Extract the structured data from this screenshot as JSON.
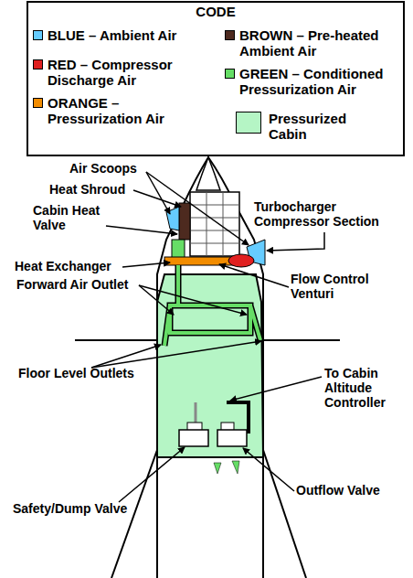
{
  "diagram": {
    "labels": [
      "CODE",
      "Air Scoops",
      "Heat Shroud",
      "Cabin Heat Valve",
      "Turbocharger Compressor Section",
      "Heat Exchanger",
      "Forward Air Outlet",
      "Flow Control Venturi",
      "Floor Level Outlets",
      "To Cabin Altitude Controller",
      "Safety/Dump Valve",
      "Outflow Valve"
    ],
    "legend": [
      {
        "text": "BLUE – Ambient Air",
        "color": "#66ccff"
      },
      {
        "text": "BROWN – Pre-heated Ambient Air",
        "color": "#4d2a1f"
      },
      {
        "text": "RED – Compressor Discharge Air",
        "color": "#e02020"
      },
      {
        "text": "GREEN – Conditioned Pressurization Air",
        "color": "#66dd66"
      },
      {
        "text": "ORANGE – Pressurization Air",
        "color": "#f28c00"
      },
      {
        "text": "Pressurized Cabin",
        "color": "#b5f5c5"
      }
    ]
  }
}
